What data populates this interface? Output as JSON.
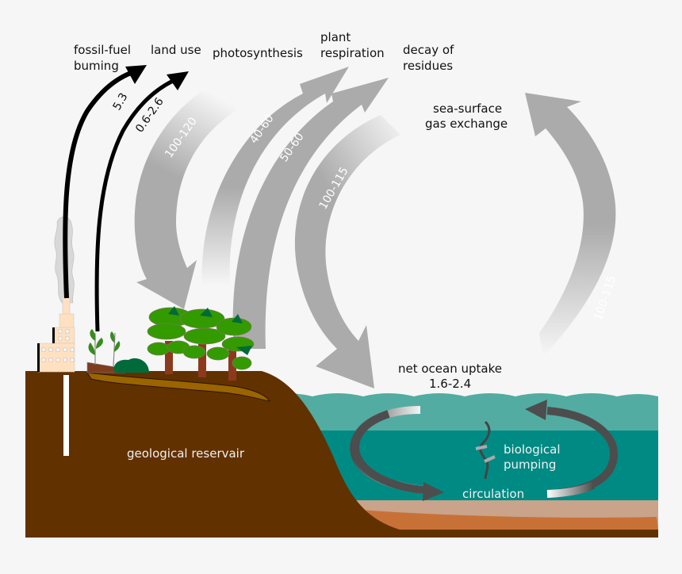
{
  "title": "Carbon cycle diagram",
  "colors": {
    "background": "#f6f6f6",
    "flux_arrow": "#ababab",
    "fossil_arrow": "#000000",
    "earth": "#623100",
    "topsoil": "#9a6400",
    "sea_surface": "#52aca2",
    "deep_sea": "#008a84",
    "sediment_light": "#c9a38a",
    "sediment_dark": "#c87137",
    "circulation_arrow": "#4d4d4d",
    "tree_leaf": "#339a00",
    "tree_leaf_dark": "#006a3a",
    "tree_trunk": "#8b3a1e",
    "factory": "#ffe0c0",
    "smoke": "#d8d8d8"
  },
  "labels": {
    "fossil_fuel": [
      "fossil-fuel",
      "buming"
    ],
    "land_use": "land use",
    "photosynthesis": "photosynthesis",
    "plant_respiration": [
      "plant",
      "respiration"
    ],
    "decay": [
      "decay of",
      "residues"
    ],
    "sea_surface": [
      "sea-surface",
      "gas exchange"
    ],
    "net_ocean": [
      "net ocean uptake",
      "1.6-2.4"
    ],
    "biological": [
      "biological",
      "pumping"
    ],
    "circulation": "circulation",
    "geological": "geological reservair"
  },
  "fluxes": {
    "fossil_fuel": "5.3",
    "land_use": "0.6-2.6",
    "photosynthesis": "100-120",
    "plant_respiration": "40-60",
    "decay": "50-60",
    "sea_to_air_down": "100-115",
    "air_to_sea_up": "100-115"
  }
}
